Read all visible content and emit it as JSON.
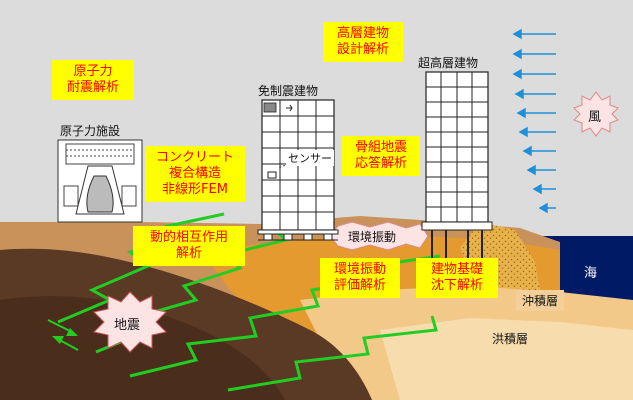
{
  "labels": {
    "nuclear_facility": "原子力施設",
    "seismic_isolation_building": "免制震建物",
    "super_highrise_building": "超高層建物",
    "sensor": "センサー",
    "wind": "風",
    "earthquake": "地震",
    "environmental_vibration": "環境振動",
    "sea": "海",
    "alluvium": "沖積層",
    "diluvium": "洪積層"
  },
  "analysis_boxes": {
    "nuclear_seismic": [
      "原子力",
      "耐震解析"
    ],
    "highrise_design": [
      "高層建物",
      "設計解析"
    ],
    "concrete_fem": [
      "コンクリート",
      "複合構造",
      "非線形FEM"
    ],
    "frame_ground_response": [
      "骨組地震",
      "応答解析"
    ],
    "dynamic_interaction": [
      "動的相互作用",
      "解析"
    ],
    "env_vibration_eval": [
      "環境振動",
      "評価解析"
    ],
    "foundation_settlement": [
      "建物基礎",
      "沈下解析"
    ]
  },
  "colors": {
    "box_fill": "#ffff00",
    "box_text": "#ff0000",
    "sky": "#dcdcdc",
    "sea": "#001a66",
    "wave": "#22cc22",
    "wind_arrow": "#1e90d8",
    "burst": "#fde4e4"
  }
}
